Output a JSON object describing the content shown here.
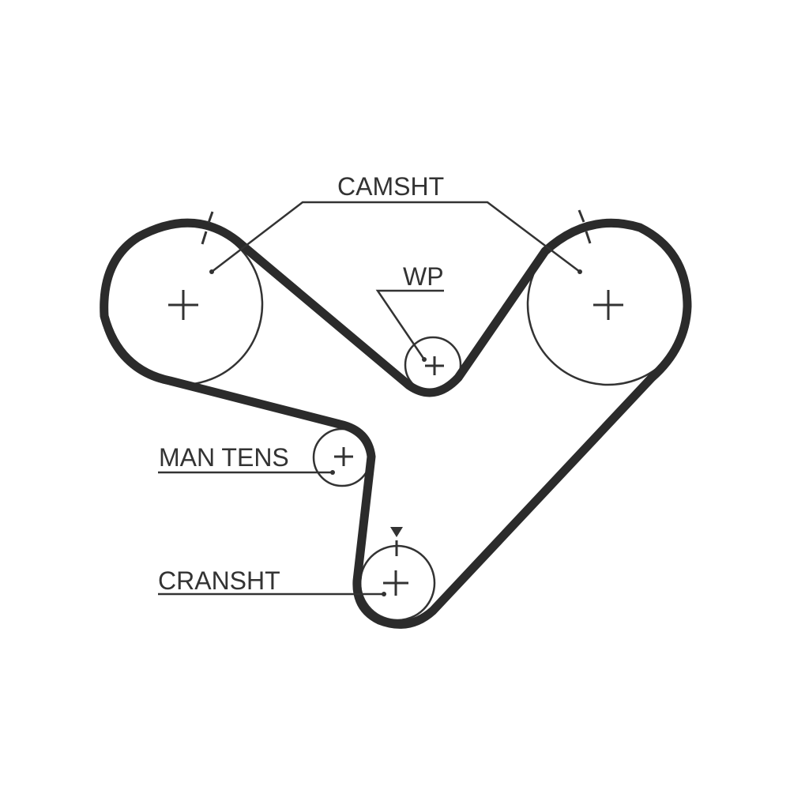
{
  "labels": {
    "camshaft": "CAMSHT",
    "water_pump": "WP",
    "manual_tensioner": "MAN TENS",
    "crankshaft": "CRANSHT"
  },
  "colors": {
    "line": "#333333",
    "belt": "#2b2b2b",
    "background": "#ffffff"
  }
}
